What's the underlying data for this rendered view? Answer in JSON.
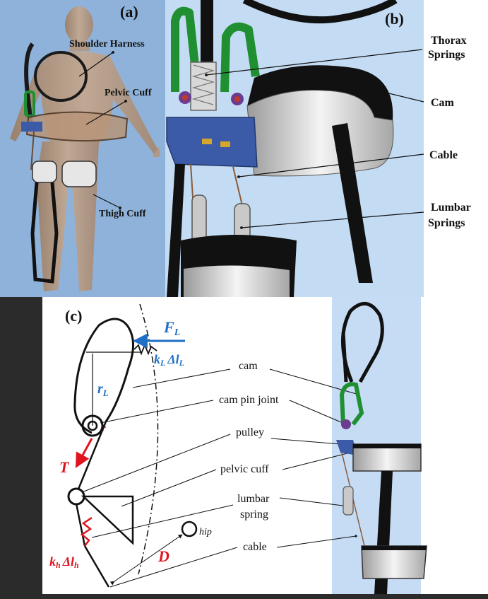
{
  "panel_a": {
    "tag": "(a)",
    "labels": {
      "shoulder_harness": "Shoulder Harness",
      "pelvic_cuff": "Pelvic Cuff",
      "thigh_cuff": "Thigh Cuff"
    }
  },
  "panel_b": {
    "tag": "(b)",
    "labels": {
      "thorax_line1": "Thorax",
      "thorax_line2": "Springs",
      "cam": "Cam",
      "cable": "Cable",
      "lumbar_line1": "Lumbar",
      "lumbar_line2": "Springs"
    }
  },
  "panel_c": {
    "tag": "(c)",
    "symbols": {
      "force_main": "F",
      "force_sub": "L",
      "spring_k": "k",
      "spring_k_sub": "L",
      "spring_delta": "Δl",
      "spring_delta_sub": "L",
      "radius_main": "r",
      "radius_sub": "L",
      "small_r": "r",
      "tension": "T",
      "hip_k": "k",
      "hip_k_sub": "h",
      "hip_delta": "Δl",
      "hip_delta_sub": "h",
      "distance": "D",
      "hip": "hip"
    },
    "labels": {
      "cam": "cam",
      "cam_pin_joint": "cam pin joint",
      "pulley": "pulley",
      "pelvic_cuff": "pelvic cuff",
      "lumbar_line1": "lumbar",
      "lumbar_line2": "spring",
      "cable": "cable"
    }
  },
  "colors": {
    "panel_a_bg": "#8fb2da",
    "panel_b_bg": "#c4dcf3",
    "panel_c_bg": "#ffffff",
    "side_view_bg": "#c6dcf4",
    "force_blue": "#1f6fc4",
    "tension_red": "#e0141e",
    "spring_green": "#1f8f32",
    "frame_black": "#111111",
    "purple": "#6b3c8f"
  }
}
